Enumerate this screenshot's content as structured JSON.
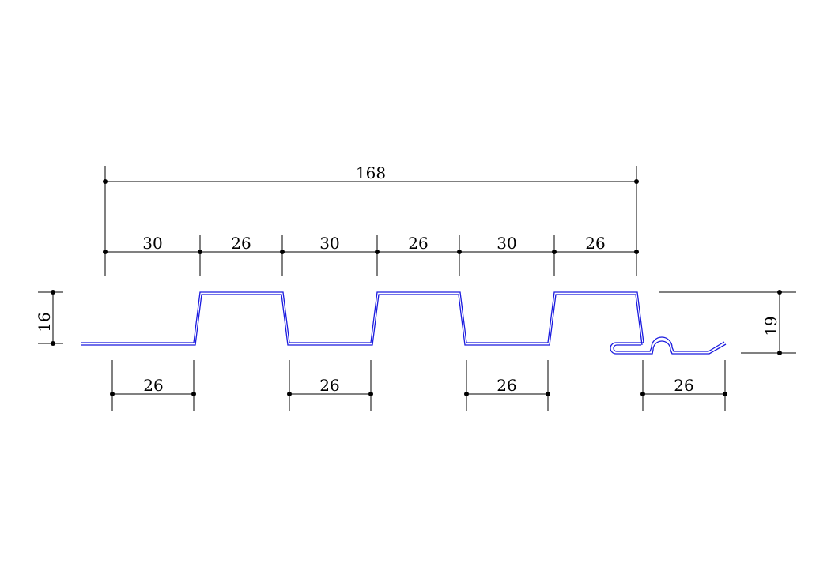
{
  "colors": {
    "profile_line": "#1a1adf",
    "dimension_line": "#000000",
    "background": "#ffffff"
  },
  "dimensions": {
    "overall": "168",
    "top_segments": [
      "30",
      "26",
      "30",
      "26",
      "30",
      "26"
    ],
    "bottom_segments": [
      "26",
      "26",
      "26",
      "26"
    ],
    "left_height": "16",
    "right_height": "19"
  }
}
